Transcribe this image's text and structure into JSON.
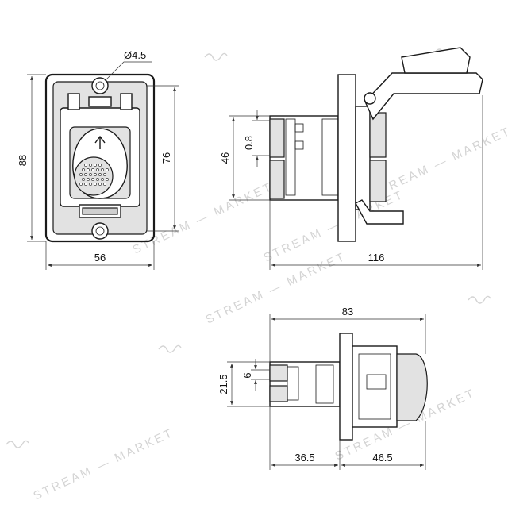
{
  "dimensions": {
    "front_hole_diameter": "Ø4.5",
    "front_height": "88",
    "front_inner_height": "76",
    "front_width": "56",
    "side_height": "46",
    "side_gap": "0.8",
    "side_length": "116",
    "bottom_length": "83",
    "bottom_height": "21.5",
    "bottom_pin": "6",
    "bottom_rear": "36.5",
    "bottom_front": "46.5"
  },
  "watermark": {
    "text": "STREAM — MARKET"
  },
  "colors": {
    "line": "#1a1a1a",
    "panel_fill": "#e2e2e2",
    "watermark": "#d4d4d4"
  }
}
